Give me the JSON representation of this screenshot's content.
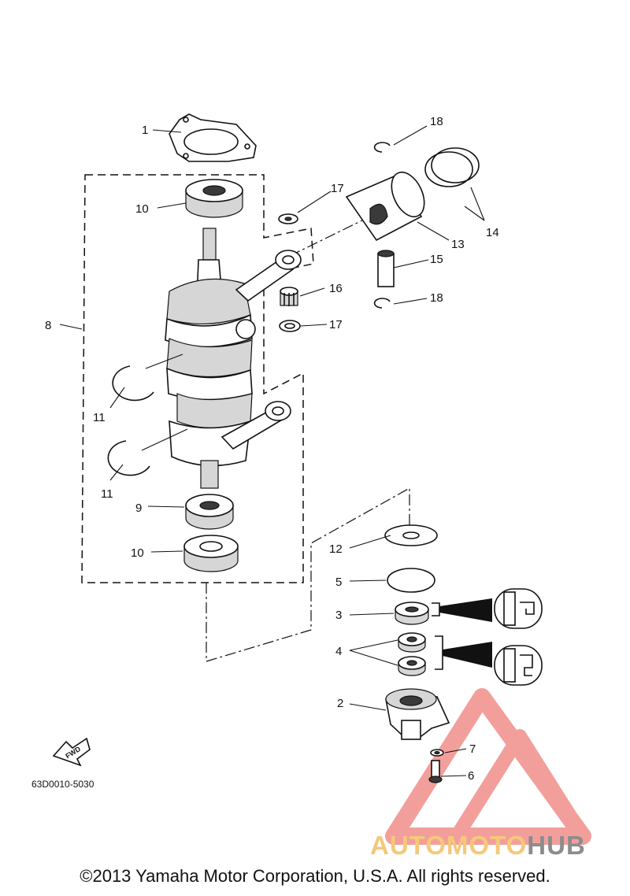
{
  "diagram": {
    "callouts": {
      "c1": "1",
      "c2": "2",
      "c3": "3",
      "c4": "4",
      "c5": "5",
      "c6": "6",
      "c7": "7",
      "c8": "8",
      "c9": "9",
      "c10a": "10",
      "c10b": "10",
      "c11a": "11",
      "c11b": "11",
      "c12": "12",
      "c13": "13",
      "c14": "14",
      "c15": "15",
      "c16": "16",
      "c17a": "17",
      "c17b": "17",
      "c18a": "18",
      "c18b": "18"
    },
    "fwd_label": "FWD",
    "drawing_code": "63D0010-5030"
  },
  "watermark": {
    "text_part1": "AUTOMOTO",
    "text_part2": "HUB",
    "color_part1": "#f5c87a",
    "color_part2": "#8c8c8c",
    "triangle_color": "#e8514a"
  },
  "footer": {
    "copyright": "©2013 Yamaha Motor Corporation, U.S.A. All rights reserved."
  }
}
